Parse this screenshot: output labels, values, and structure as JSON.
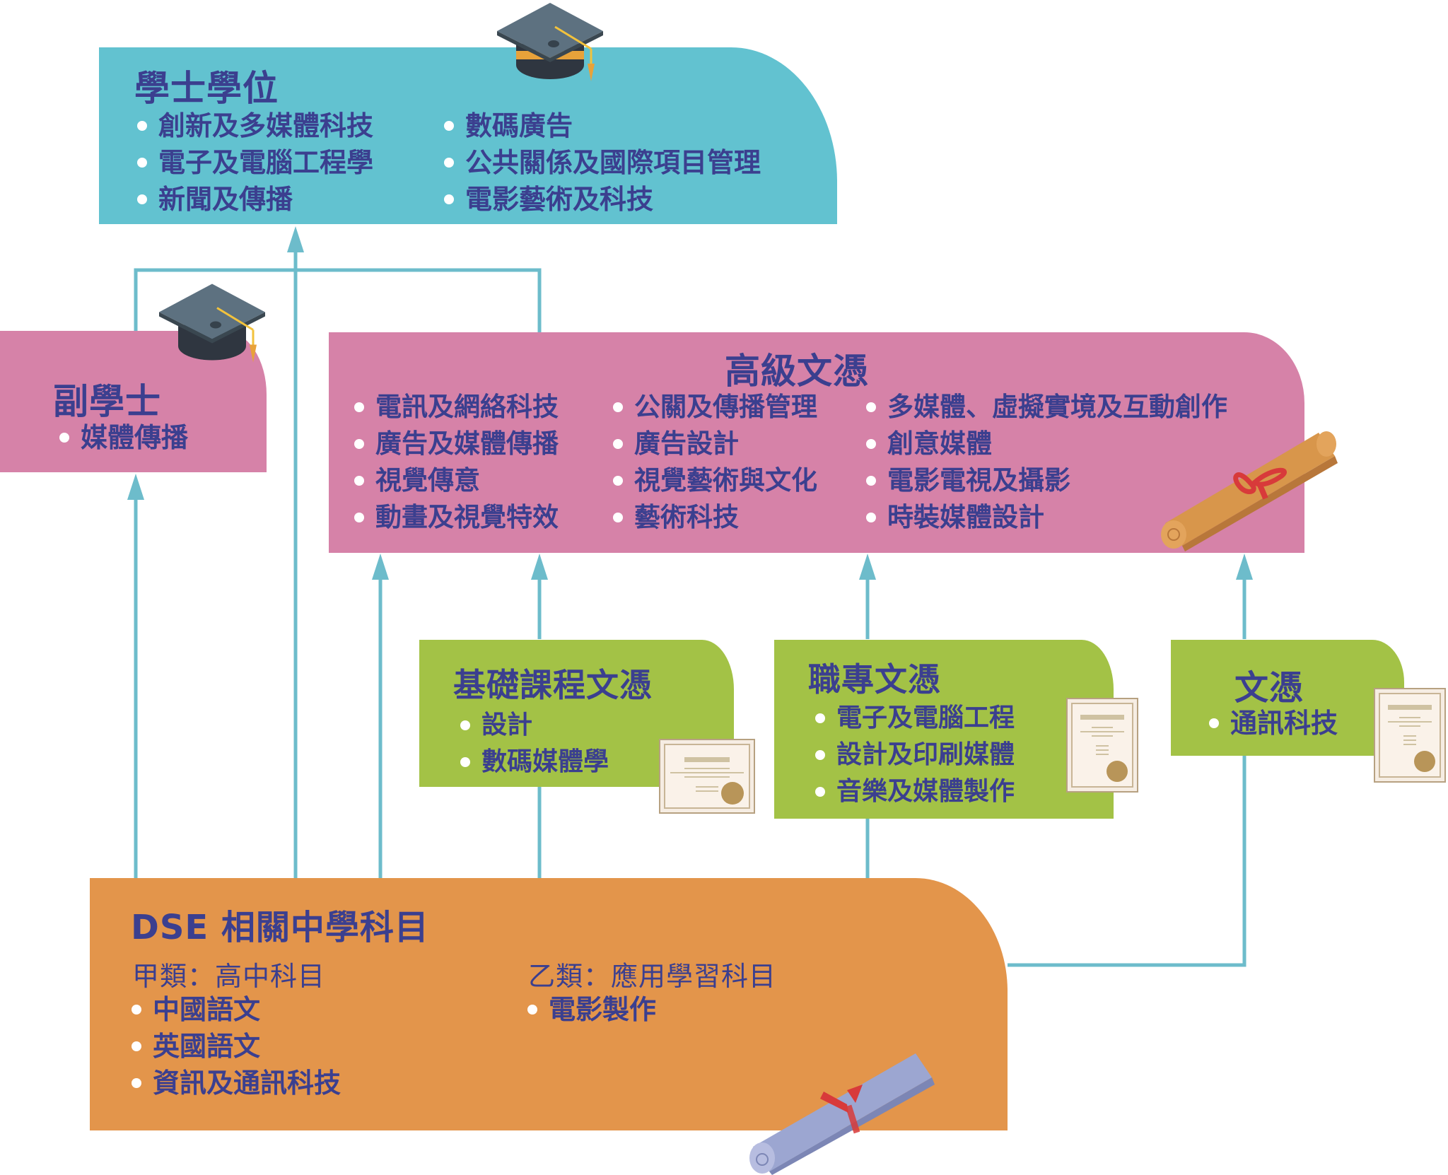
{
  "colors": {
    "bachelor": "#62c2d0",
    "associate": "#d682a8",
    "higher_diploma": "#d682a8",
    "diploma_green": "#a3c246",
    "dse": "#e3954b",
    "connector": "#6dbccb",
    "text": "#3b3f8f"
  },
  "bachelor": {
    "title": "學士學位",
    "col1": [
      "創新及多媒體科技",
      "電子及電腦工程學",
      "新聞及傳播"
    ],
    "col2": [
      "數碼廣告",
      "公共關係及國際項目管理",
      "電影藝術及科技"
    ]
  },
  "associate": {
    "title": "副學士",
    "items": [
      "媒體傳播"
    ]
  },
  "higher_diploma": {
    "title": "高級文憑",
    "col1": [
      "電訊及網絡科技",
      "廣告及媒體傳播",
      "視覺傳意",
      "動畫及視覺特效"
    ],
    "col2": [
      "公關及傳播管理",
      "廣告設計",
      "視覺藝術與文化",
      "藝術科技"
    ],
    "col3": [
      "多媒體、虛擬實境及互動創作",
      "創意媒體",
      "電影電視及攝影",
      "時裝媒體設計"
    ]
  },
  "foundation_diploma": {
    "title": "基礎課程文憑",
    "items": [
      "設計",
      "數碼媒體學"
    ]
  },
  "vocational_diploma": {
    "title": "職專文憑",
    "items": [
      "電子及電腦工程",
      "設計及印刷媒體",
      "音樂及媒體製作"
    ]
  },
  "diploma": {
    "title": "文憑",
    "items": [
      "通訊科技"
    ]
  },
  "dse": {
    "title": "DSE 相關中學科目",
    "category_a": {
      "label": "甲類：高中科目",
      "items": [
        "中國語文",
        "英國語文",
        "資訊及通訊科技"
      ]
    },
    "category_b": {
      "label": "乙類：應用學習科目",
      "items": [
        "電影製作"
      ]
    }
  },
  "icons": [
    "graduation-cap-icon",
    "scroll-icon",
    "certificate-icon"
  ]
}
